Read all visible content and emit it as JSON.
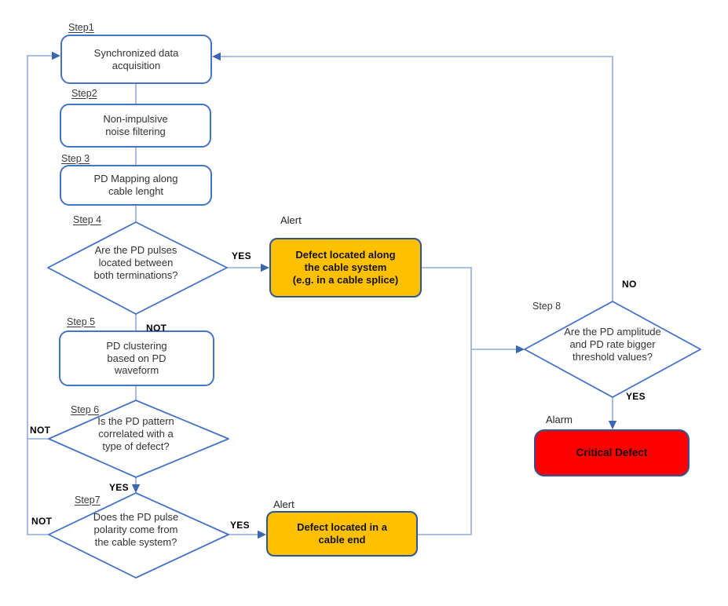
{
  "diagram": {
    "type": "flowchart",
    "nodes": {
      "step1": {
        "label": "Step1",
        "text": "Synchronized data\nacquisition"
      },
      "step2": {
        "label": "Step2",
        "text": "Non-impulsive\nnoise filtering"
      },
      "step3": {
        "label": "Step 3",
        "text": "PD Mapping along\ncable lenght"
      },
      "step4": {
        "label": "Step 4",
        "text": "Are the PD pulses\nlocated between\nboth terminations?"
      },
      "step5": {
        "label": "Step 5",
        "text": "PD clustering\nbased on PD\nwaveform"
      },
      "step6": {
        "label": "Step 6",
        "text": "Is the PD pattern\ncorrelated with a\ntype of defect?"
      },
      "step7": {
        "label": "Step7",
        "text": "Does the PD pulse\npolarity come from\nthe cable system?"
      },
      "step8": {
        "label": "Step 8",
        "text": "Are the PD amplitude\nand PD rate bigger\nthreshold values?"
      },
      "alert1": {
        "label": "Alert",
        "text": "Defect located along\nthe cable system\n(e.g. in a cable splice)"
      },
      "alert2": {
        "label": "Alert",
        "text": "Defect located in a\ncable end"
      },
      "alarm": {
        "label": "Alarm",
        "text": "Critical Defect"
      }
    },
    "edge_labels": {
      "step4_yes": "YES",
      "step4_not": "NOT",
      "step6_not": "NOT",
      "step6_yes": "YES",
      "step7_not": "NOT",
      "step7_yes": "YES",
      "step8_no": "NO",
      "step8_yes": "YES"
    },
    "colors": {
      "process_border": "#4472C4",
      "connector": "#8FAADC",
      "arrowhead": "#3B66B0",
      "alert_fill": "#FFC000",
      "alert_border": "#2F5597",
      "alarm_fill": "#FF0000"
    }
  }
}
